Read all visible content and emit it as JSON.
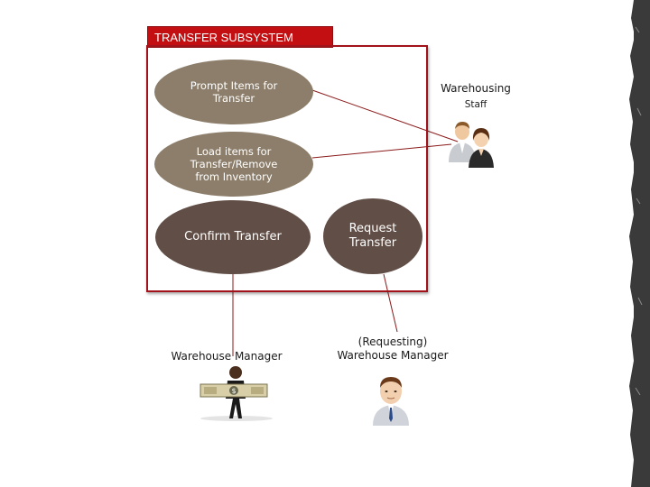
{
  "diagram": {
    "title": "TRANSFER SUBSYSTEM",
    "use_cases": {
      "prompt_items": "Prompt Items for Transfer",
      "load_items": "Load items for Transfer/Remove from Inventory",
      "confirm_transfer": "Confirm Transfer",
      "request_transfer": "Request Transfer"
    },
    "actors": {
      "warehousing_staff": {
        "line1": "Warehousing",
        "line2": "Staff"
      },
      "warehouse_manager": "Warehouse Manager",
      "requesting_manager": {
        "line1": "(Requesting)",
        "line2": "Warehouse Manager"
      }
    }
  },
  "colors": {
    "title_bg": "#c40f12",
    "system_border": "#a2121a",
    "use_case_light": "#8c7e6a",
    "use_case_dark": "#614e46",
    "connector": "#8b1a1a"
  }
}
